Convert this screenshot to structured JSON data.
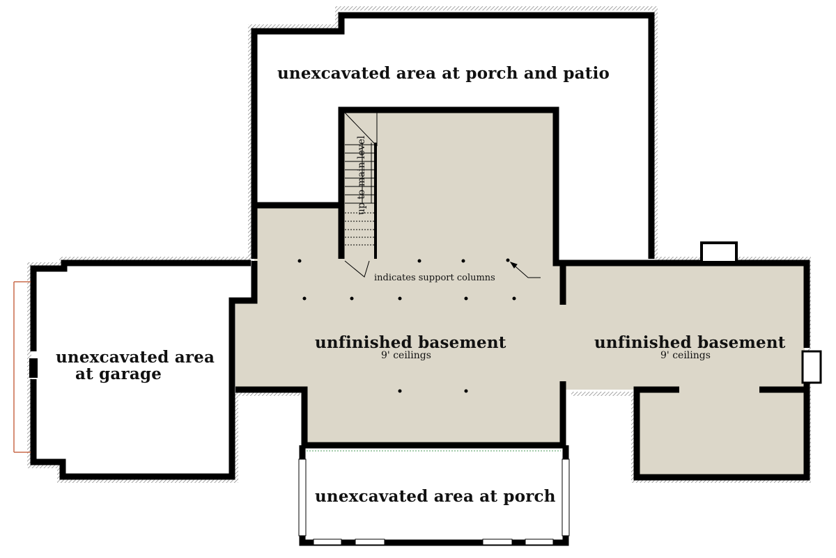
{
  "rooms": {
    "porch_patio": "unexcavated area at porch and patio",
    "garage_line1": "unexcavated area",
    "garage_line2": "at garage",
    "basement_center": "unfinished basement",
    "basement_center_ceiling": "9' ceilings",
    "basement_right": "unfinished basement",
    "basement_right_ceiling": "9' ceilings",
    "porch": "unexcavated area at porch"
  },
  "annotations": {
    "stairs": "up to main level",
    "columns": "indicates support columns"
  },
  "colors": {
    "wall": "#000000",
    "floor": "#dcd7c9",
    "hatch": "#888888"
  }
}
